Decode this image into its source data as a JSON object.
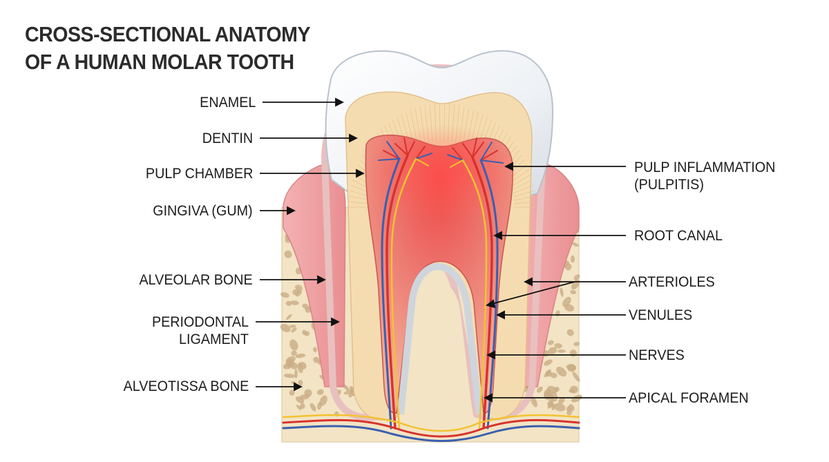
{
  "title": {
    "line1": "CROSS-SECTIONAL ANATOMY",
    "line2": "OF A HUMAN MOLAR TOOTH"
  },
  "labels": {
    "enamel": "ENAMEL",
    "dentin": "DENTIN",
    "pulp_chamber": "PULP CHAMBER",
    "gingiva": "GINGIVA (GUM)",
    "alveolar_bone": "ALVEOLAR BONE",
    "periodontal_line1": "PERIODONTAL",
    "periodontal_line2": "LIGAMENT",
    "alveotissa_bone": "ALVEOTISSA BONE",
    "pulpitis_line1": "PULP INFLAMMATION",
    "pulpitis_line2": "(PULPITIS)",
    "root_canal": "ROOT CANAL",
    "arterioles": "ARTERIOLES",
    "venules": "VENULES",
    "nerves": "NERVES",
    "apical_foramen": "APICAL FORAMEN"
  },
  "colors": {
    "enamel": "#f4f6f8",
    "dentin": "#f5dcb0",
    "pulp": "#e8686a",
    "gingiva": "#f2a6a8",
    "bone": "#f2e4c4",
    "bone_pores": "#c9ad86",
    "artery": "#d8322e",
    "vein": "#3a5fb0",
    "nerve": "#f2c230"
  }
}
